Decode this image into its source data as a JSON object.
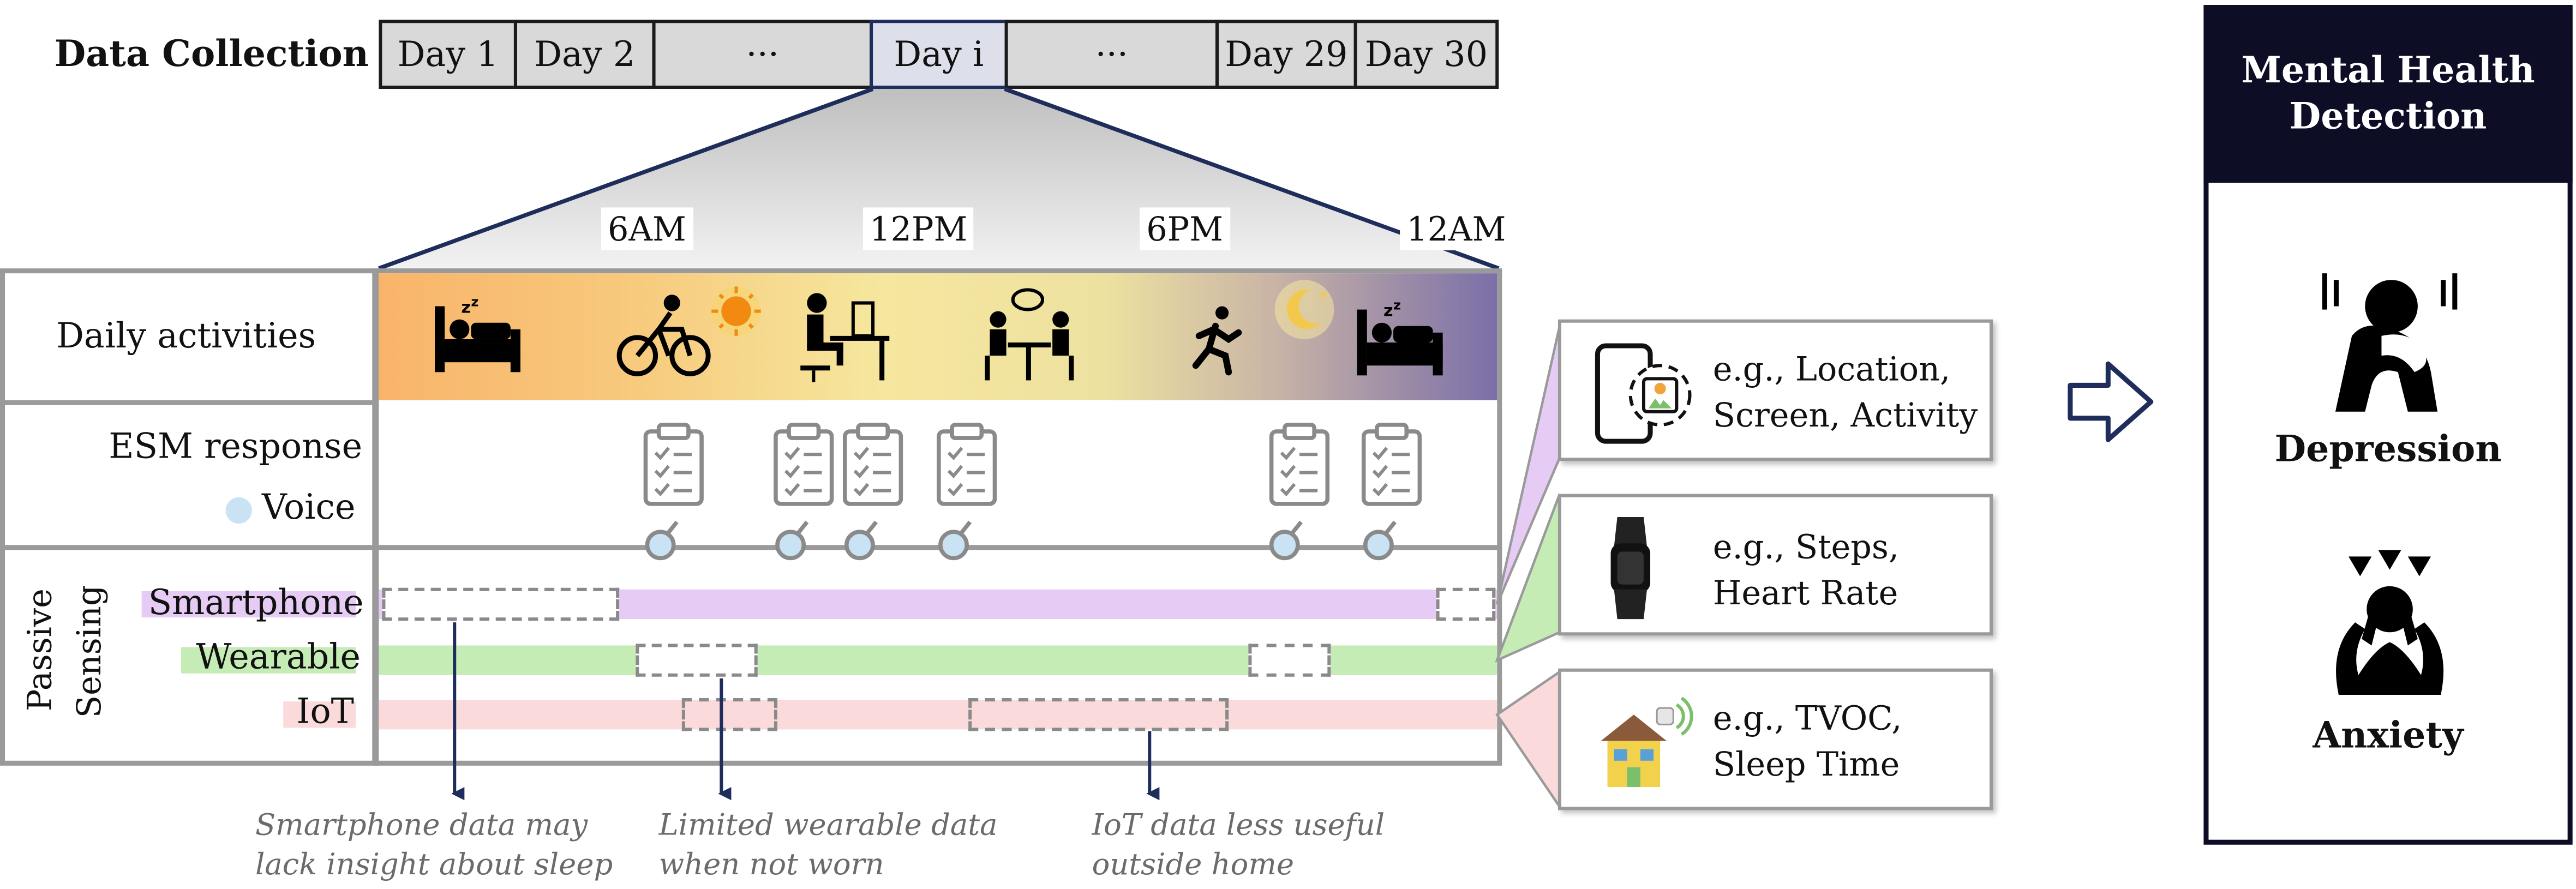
{
  "header": {
    "label": "Data Collection",
    "days": [
      "Day 1",
      "Day 2",
      "···",
      "Day i",
      "···",
      "Day 29",
      "Day 30"
    ]
  },
  "timeline": {
    "times": [
      "6AM",
      "12PM",
      "6PM",
      "12AM"
    ]
  },
  "rows": {
    "daily_activities": "Daily activities",
    "esm_response": "ESM response",
    "voice": "Voice",
    "passive_sensing": [
      "Passive",
      "Sensing"
    ],
    "sensors": [
      "Smartphone",
      "Wearable",
      "IoT"
    ]
  },
  "info_boxes": [
    {
      "line1": "e.g., Location,",
      "line2": "Screen, Activity"
    },
    {
      "line1": "e.g., Steps,",
      "line2": "Heart Rate"
    },
    {
      "line1": "e.g., TVOC,",
      "line2": "Sleep Time"
    }
  ],
  "notes": [
    {
      "line1": "Smartphone data may",
      "line2": "lack insight about sleep"
    },
    {
      "line1": "Limited wearable data",
      "line2": "when not worn"
    },
    {
      "line1": "IoT data less useful",
      "line2": "outside home"
    }
  ],
  "detection": {
    "title_line1": "Mental Health",
    "title_line2": "Detection",
    "outcomes": [
      "Depression",
      "Anxiety"
    ]
  },
  "colors": {
    "smartphone": "#e6ccf5",
    "wearable": "#c6ecb6",
    "iot": "#fadada",
    "voice_dot": "#c9e3f5",
    "header_dark": "#0d0d26",
    "gradient": [
      "#f9b46a",
      "#f5dc8e",
      "#f6e79e",
      "#c9b4a6",
      "#7b6fa8"
    ]
  }
}
